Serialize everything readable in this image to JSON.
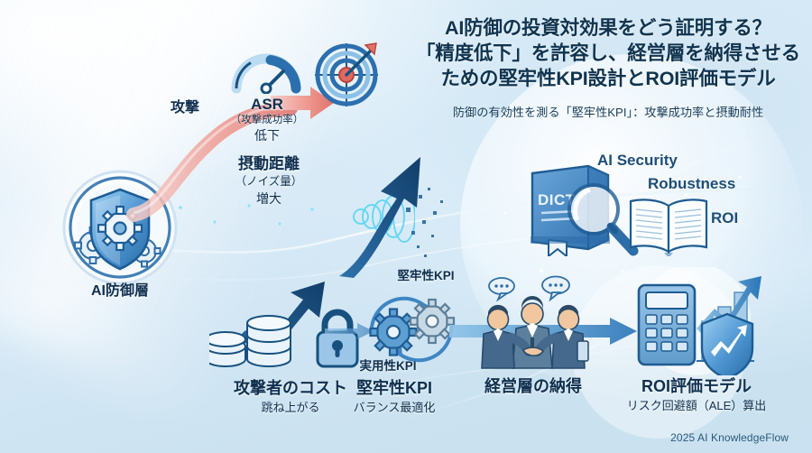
{
  "header": {
    "line1": "AI防御の投資対効果をどう証明する？",
    "line2": "「精度低下」を許容し、経営層を納得させる",
    "line3": "ための堅牢性KPI設計とROI評価モデル",
    "subtitle": "防御の有効性を測る「堅牢性KPI」：攻撃成功率と摂動耐性"
  },
  "labels": {
    "attack": "攻撃",
    "asr_title": "ASR",
    "asr_sub": "（攻撃成功率）",
    "asr_trend": "低下",
    "perturb_title": "摂動距離",
    "perturb_sub": "（ノイズ量）",
    "perturb_trend": "増大",
    "defense_layer": "AI防御層",
    "attacker_cost_title": "攻撃者のコスト",
    "attacker_cost_sub": "跳ね上がる",
    "kpi_top": "堅牢性KPI",
    "kpi_bottom_small": "実用性KPI",
    "kpi_title": "堅牢性KPI",
    "kpi_sub": "バランス最適化",
    "consensus": "経営層の納得",
    "roi_title": "ROI評価モデル",
    "roi_sub": "リスク回避額（ALE）算出"
  },
  "keywords": {
    "ai_security": "AI Security",
    "robustness": "Robustness",
    "roi": "ROI",
    "dictionary": "DICT"
  },
  "footer": {
    "credit": "2025 AI KnowledgeFlow"
  },
  "colors": {
    "heading": "#10344f",
    "accent_blue": "#1f5f99",
    "deep_navy": "#123b5e",
    "attack_red": "#e0756c",
    "arrow_blue": "#2f7cbe",
    "bg_light": "#eaf5fc",
    "bg_deep": "#c9e1f0"
  }
}
